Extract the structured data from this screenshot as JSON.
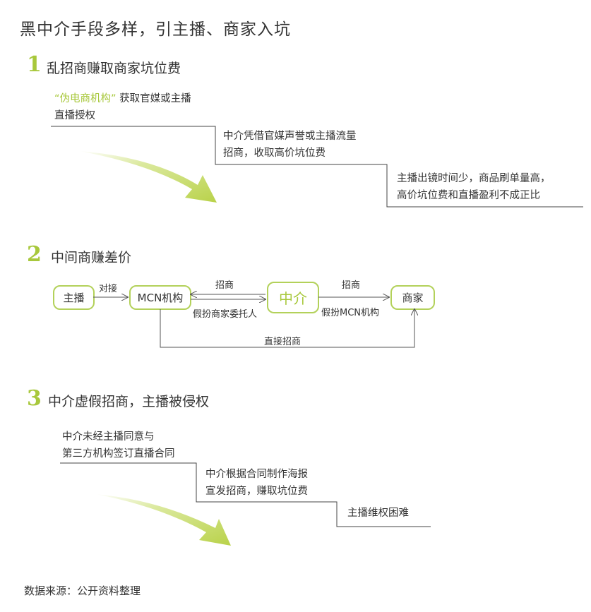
{
  "title": "黑中介手段多样，引主播、商家入坑",
  "section1": {
    "number": "1",
    "title": "乱招商赚取商家坑位费",
    "steps": [
      {
        "highlight": "“伪电商机构”",
        "line1_rest": "获取官媒或主播",
        "line2": "直播授权"
      },
      {
        "line1": "中介凭借官媒声誉或主播流量",
        "line2": "招商，收取高价坑位费"
      },
      {
        "line1": "主播出镜时间少，商品刷单量高，",
        "line2": "高价坑位费和直播盈利不成正比"
      }
    ]
  },
  "section2": {
    "number": "2",
    "title": "中间商赚差价",
    "nodes": {
      "anchor": "主播",
      "mcn": "MCN机构",
      "agent": "中介",
      "merchant": "商家"
    },
    "edges": {
      "anchor_to_mcn": "对接",
      "agent_to_mcn_top": "招商",
      "mcn_to_agent_bottom": "假扮商家委托人",
      "agent_to_merchant_top": "招商",
      "agent_to_merchant_bottom": "假扮MCN机构",
      "mcn_to_merchant": "直接招商"
    }
  },
  "section3": {
    "number": "3",
    "title": "中介虚假招商，主播被侵权",
    "steps": [
      {
        "line1": "中介未经主播同意与",
        "line2": "第三方机构签订直播合同"
      },
      {
        "line1": "中介根据合同制作海报",
        "line2": "宣发招商，赚取坑位费"
      },
      {
        "line1": "主播维权困难"
      }
    ]
  },
  "source": "数据来源：公开资料整理",
  "colors": {
    "accent": "#a8c83c",
    "text": "#333333",
    "line": "#555555"
  }
}
